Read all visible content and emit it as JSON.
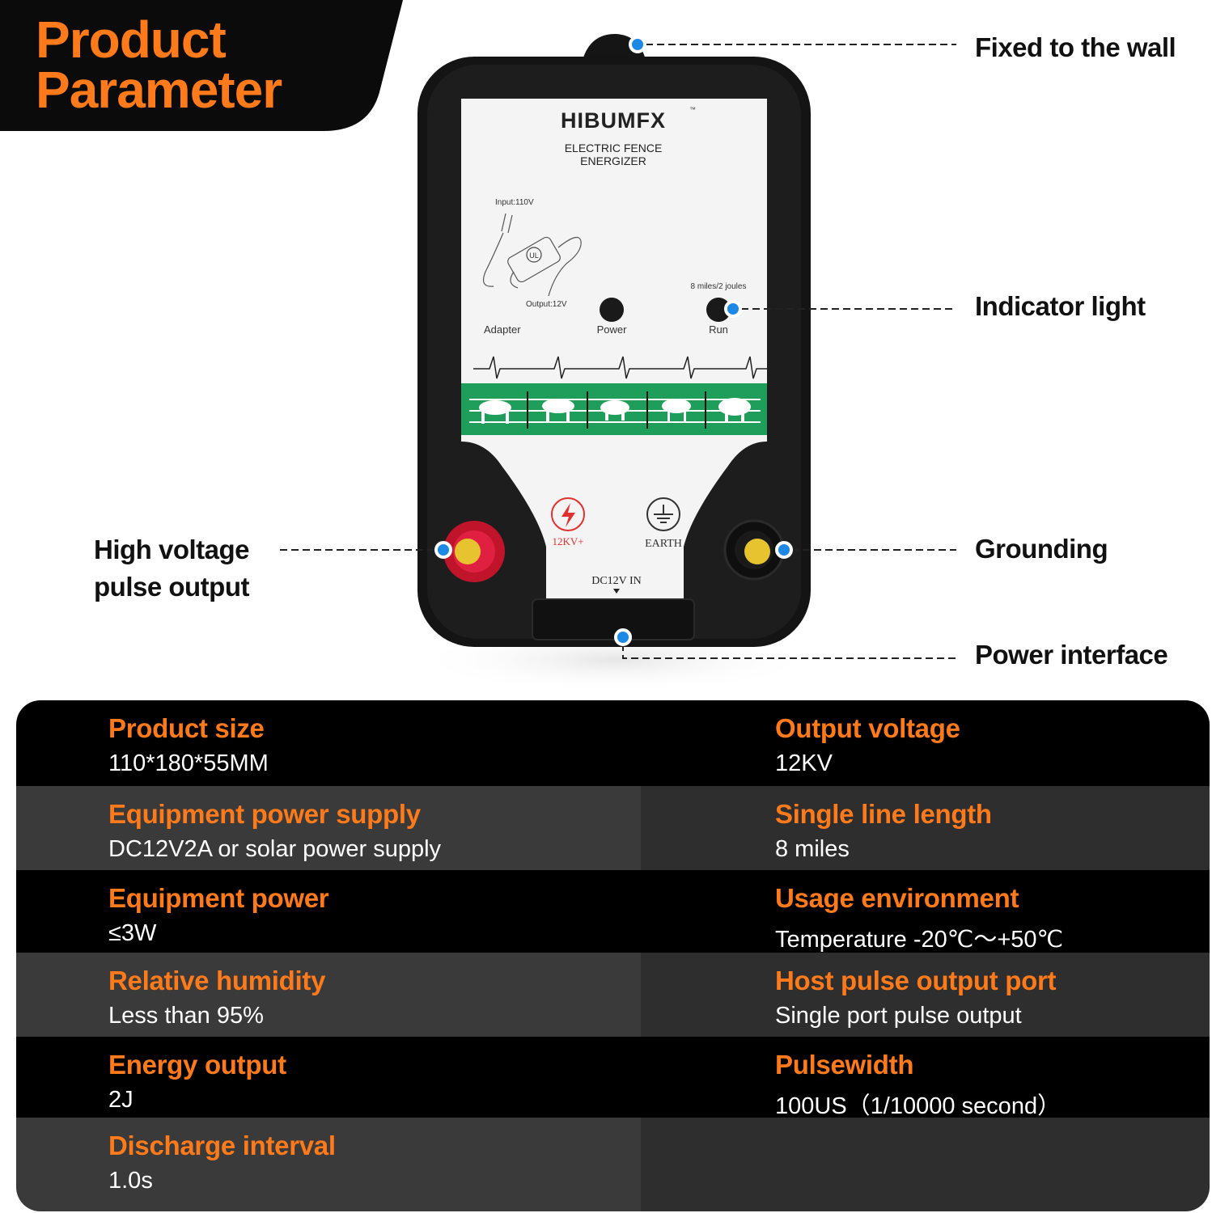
{
  "banner": {
    "title_line1": "Product",
    "title_line2": "Parameter"
  },
  "device": {
    "brand": "HIBUMFX",
    "trademark": "™",
    "product_name_line1": "ELECTRIC FENCE",
    "product_name_line2": "ENERGIZER",
    "adapter_input": "Input:110V",
    "adapter_output": "Output:12V",
    "adapter_label": "Adapter",
    "power_label": "Power",
    "run_spec": "8 miles/2 joules",
    "run_label": "Run",
    "hv_label": "12KV+",
    "earth_label": "EARTH",
    "dc_label": "DC12V IN",
    "ul_mark": "UL"
  },
  "callouts": {
    "wall": "Fixed to the wall",
    "indicator": "Indicator light",
    "hv_line1": "High voltage",
    "hv_line2": "pulse output",
    "grounding": "Grounding",
    "power_interface": "Power interface"
  },
  "specs": [
    {
      "left": {
        "label": "Product size",
        "value": "110*180*55MM"
      },
      "right": {
        "label": "Output voltage",
        "value": "12KV"
      }
    },
    {
      "left": {
        "label": "Equipment power supply",
        "value": "DC12V2A or solar power supply"
      },
      "right": {
        "label": "Single line length",
        "value": "8 miles"
      }
    },
    {
      "left": {
        "label": "Equipment power",
        "value": "≤3W"
      },
      "right": {
        "label": "Usage environment",
        "value": "Temperature -20℃～+50℃"
      }
    },
    {
      "left": {
        "label": "Relative humidity",
        "value": "Less than 95%"
      },
      "right": {
        "label": "Host pulse output port",
        "value": "Single port pulse output"
      }
    },
    {
      "left": {
        "label": "Energy output",
        "value": "2J"
      },
      "right": {
        "label": "Pulsewidth",
        "value": "100US（1/10000 second）"
      }
    },
    {
      "left": {
        "label": "Discharge interval",
        "value": "1.0s"
      },
      "right": {
        "label": "",
        "value": ""
      }
    }
  ],
  "colors": {
    "accent": "#ff7a1a",
    "callout_dot": "#1e88e5",
    "row_dark": "#000000",
    "row_light": "#3a3a3a",
    "row_light_right": "#2e2e2e",
    "fence_band": "#1f9d5a"
  }
}
